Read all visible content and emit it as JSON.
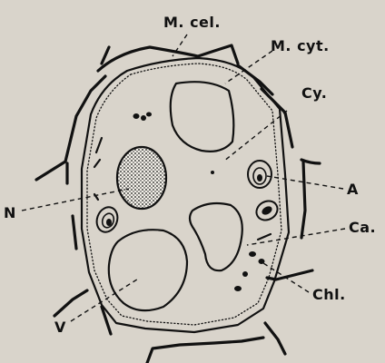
{
  "diagram": {
    "labels": {
      "membrana_celular": "M. cel.",
      "membrana_citoplasmatica": "M. cyt.",
      "citoplasma": "Cy.",
      "amiloplasto": "A",
      "nucleo": "N",
      "carotenoides": "Ca.",
      "cloroplastos": "Chl.",
      "vacuola": "V"
    }
  }
}
